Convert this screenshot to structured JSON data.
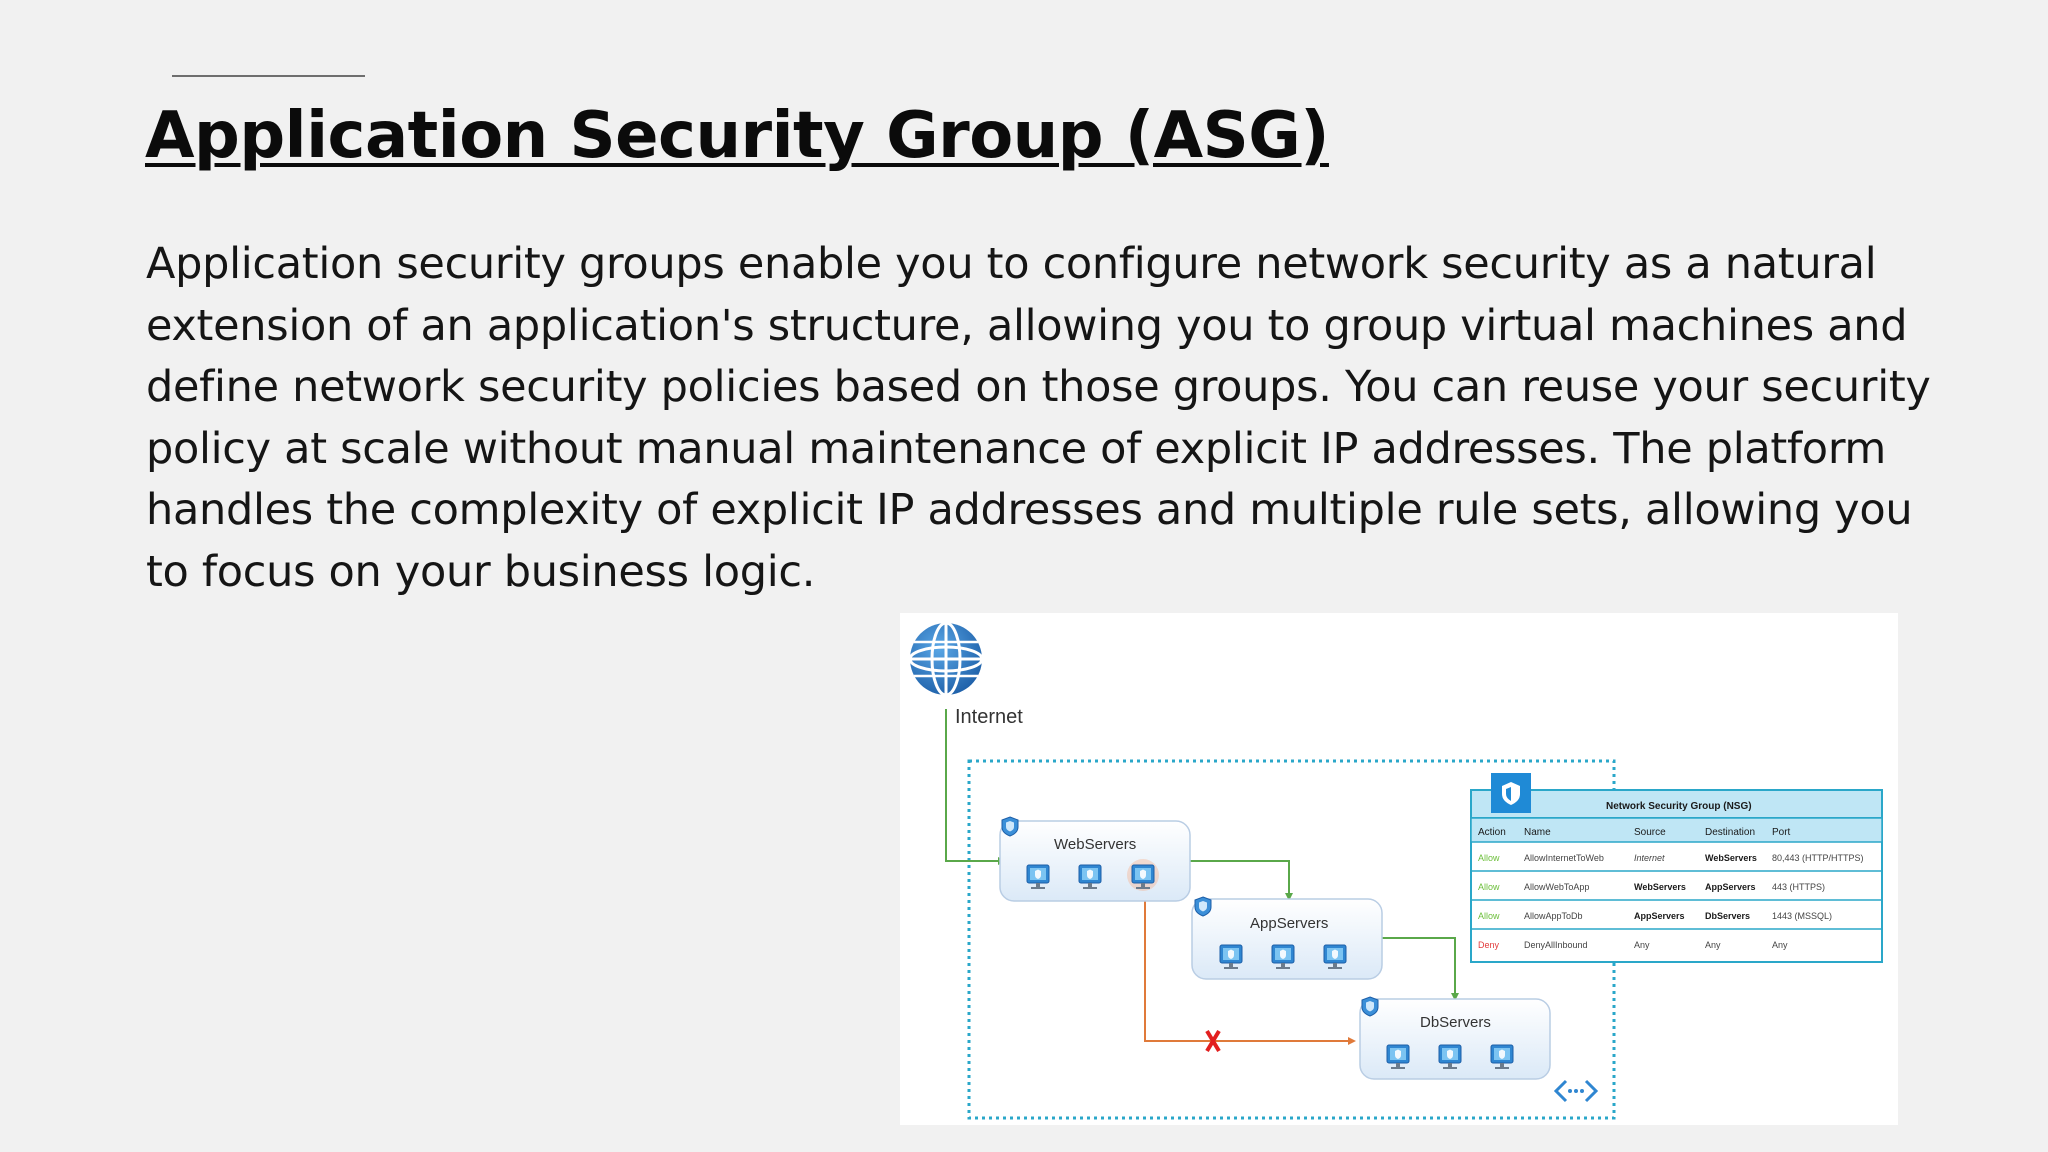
{
  "slide": {
    "title": "Application Security Group (ASG)",
    "paragraph_lines": [
      "Application security groups enable you to configure network security as a natural",
      "extension of an application's structure, allowing you to group virtual machines and",
      "define network security policies based on those groups. You can reuse your security",
      "policy at scale without manual maintenance of explicit IP addresses. The platform",
      "handles the complexity of explicit IP addresses and multiple rule sets, allowing you",
      "to focus on your business logic."
    ]
  },
  "diagram": {
    "internet_label": "Internet",
    "groups": {
      "web": "WebServers",
      "app": "AppServers",
      "db": "DbServers"
    },
    "nsg": {
      "title": "Network Security Group (NSG)",
      "headers": [
        "Action",
        "Name",
        "Source",
        "Destination",
        "Port"
      ],
      "rows": [
        {
          "action": "Allow",
          "name": "AllowInternetToWeb",
          "source": "Internet",
          "destination": "WebServers",
          "port": "80,443 (HTTP/HTTPS)"
        },
        {
          "action": "Allow",
          "name": "AllowWebToApp",
          "source": "WebServers",
          "destination": "AppServers",
          "port": "443 (HTTPS)"
        },
        {
          "action": "Allow",
          "name": "AllowAppToDb",
          "source": "AppServers",
          "destination": "DbServers",
          "port": "1443 (MSSQL)"
        },
        {
          "action": "Deny",
          "name": "DenyAllInbound",
          "source": "Any",
          "destination": "Any",
          "port": "Any"
        }
      ]
    },
    "colors": {
      "allow": "#6cbf3a",
      "deny": "#e23b3b",
      "vnet_border": "#2aa7c9",
      "nsg_header": "#bfe6f5",
      "arrow_green": "#5aa84a",
      "arrow_orange": "#e07a3a",
      "block_x": "#e21f1f"
    },
    "icons": [
      "globe-icon",
      "shield-icon",
      "monitor-icon",
      "vnet-icon",
      "block-x-icon"
    ]
  }
}
